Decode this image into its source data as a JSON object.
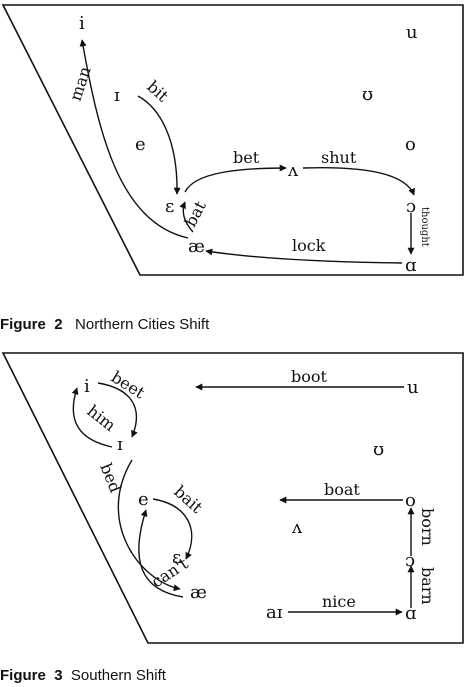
{
  "figure2": {
    "label": "Figure",
    "number": "2",
    "title": "Northern Cities Shift",
    "vowels": {
      "i": "i",
      "u": "u",
      "ih": "ɪ",
      "uh": "ʊ",
      "e": "e",
      "o": "o",
      "eh": "ɛ",
      "wedge": "ʌ",
      "open_o": "ɔ",
      "ae": "æ",
      "ah": "ɑ"
    },
    "words": {
      "man": "man",
      "bit": "bit",
      "bet": "bet",
      "shut": "shut",
      "bat": "bat",
      "lock": "lock",
      "thought": "thought"
    }
  },
  "figure3": {
    "label": "Figure",
    "number": "3",
    "title": "Southern Shift",
    "vowels": {
      "i": "i",
      "u": "u",
      "ih": "ɪ",
      "uh": "ʊ",
      "e": "e",
      "o": "o",
      "wedge": "ʌ",
      "eh": "ɛ",
      "open_o": "ɔ",
      "ae": "æ",
      "ai": "aɪ",
      "ah": "ɑ"
    },
    "words": {
      "beet": "beet",
      "him": "him",
      "boot": "boot",
      "bed": "bed",
      "bait": "bait",
      "boat": "boat",
      "cant": "can't",
      "born": "born",
      "barn": "barn",
      "nice": "nice"
    }
  }
}
